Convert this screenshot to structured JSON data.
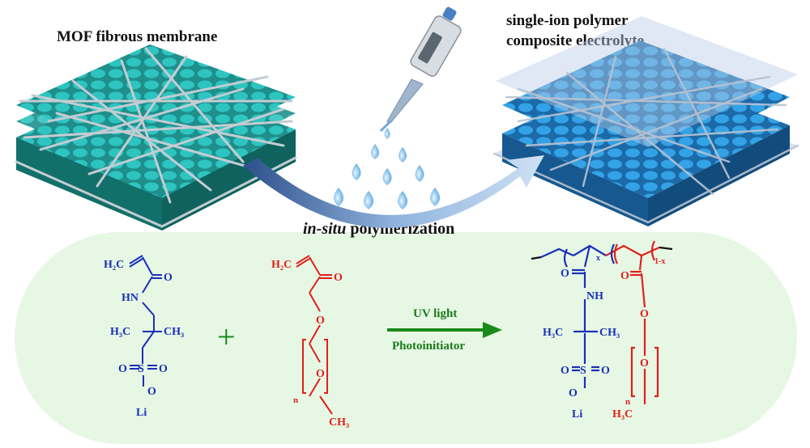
{
  "titles": {
    "left": "MOF fibrous membrane",
    "right_line1": "single-ion polymer",
    "right_line2": "composite electrolyte"
  },
  "process": {
    "italic": "in-situ",
    "rest": " polymerization"
  },
  "reaction": {
    "plus": "+",
    "top_label": "UV light",
    "bottom_label": "Photoinitiator"
  },
  "monomer1": {
    "h2c": "H₂C",
    "o": "O",
    "hn": "HN",
    "h3c": "H₃C",
    "ch3": "CH₃",
    "s": "S",
    "o_left": "O",
    "o_right": "O",
    "o_bottom": "O",
    "li": "Li"
  },
  "monomer2": {
    "h2c": "H₂C",
    "o_carbonyl": "O",
    "o_ether": "O",
    "o_repeat": "O",
    "n": "n",
    "ch3": "CH₃"
  },
  "product": {
    "x": "x",
    "one_minus_x": "1-x",
    "o_amide": "O",
    "nh": "NH",
    "h3c": "H₃C",
    "ch3": "CH₃",
    "s": "S",
    "o_left": "O",
    "o_right": "O",
    "o_bottom": "O",
    "li": "Li",
    "o_carbonyl": "O",
    "o_ether": "O",
    "o_repeat": "O",
    "n": "n",
    "h3c_end": "H₃C"
  },
  "colors": {
    "blue": "#1a2fb8",
    "red": "#e0201a",
    "green": "#1a8a1a",
    "band": "#e6f7e4",
    "teal": "#22b5b0",
    "blue_mof": "#2a8fd6",
    "fiber": "#b7c0c8"
  }
}
